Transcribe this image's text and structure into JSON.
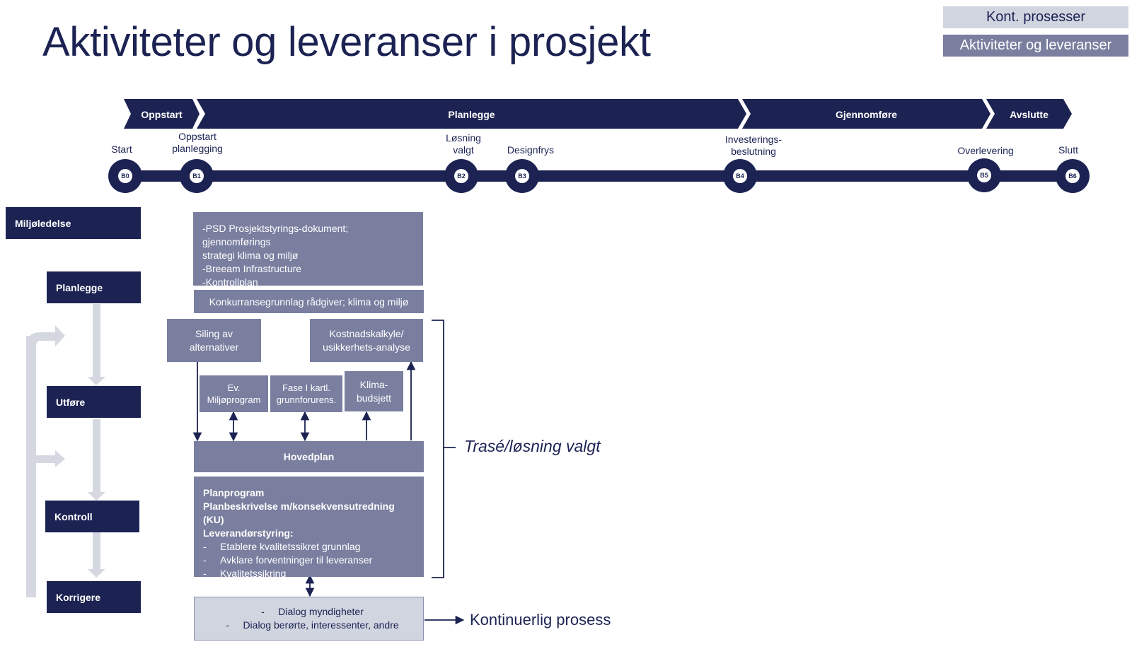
{
  "title": "Aktiviteter og leveranser i prosjekt",
  "legend": [
    "Kont. prosesser",
    "Aktiviteter og leveranser"
  ],
  "phases": [
    "Oppstart",
    "Planlegge",
    "Gjennomføre",
    "Avslutte"
  ],
  "milestones": [
    {
      "id": "B0",
      "label": "Start"
    },
    {
      "id": "B1",
      "label": "Oppstart\nplanlegging"
    },
    {
      "id": "B2",
      "label": "Løsning\nvalgt"
    },
    {
      "id": "B3",
      "label": "Designfrys"
    },
    {
      "id": "B4",
      "label": "Investerings-\nbeslutning"
    },
    {
      "id": "B5",
      "label": "Overlevering"
    },
    {
      "id": "B6",
      "label": "Slutt"
    }
  ],
  "side": [
    "Miljøledelse",
    "Planlegge",
    "Utføre",
    "Kontroll",
    "Korrigere"
  ],
  "boxes": {
    "psd": "-PSD Prosjektstyrings-dokument; gjennomførings\nstrategi klima og miljø\n-Breeam Infrastructure\n-Kontrollplan",
    "konkurranse": "Konkurransegrunnlag rådgiver; klima og miljø",
    "siling": "Siling av\nalternativer",
    "kostnad": "Kostnadskalkyle/\nusikkerhets-analyse",
    "miljoprogram": "Ev.\nMiljøprogram",
    "fase1": "Fase I kartl.\ngrunnforurens.",
    "klima": "Klima-\nbudsjett",
    "hovedplan": "Hovedplan",
    "planprogram_bold": [
      "Planprogram",
      "Planbeskrivelse m/konsekvensutredning (KU)",
      "Leverandørstyring:"
    ],
    "planprogram_list": [
      "Etablere kvalitetssikret grunnlag",
      "Avklare forventninger til leveranser",
      "Kvalitetssikring"
    ],
    "dialog": [
      "Dialog myndigheter",
      "Dialog berørte, interessenter, andre"
    ]
  },
  "notes": {
    "trase": "Trasé/løsning valgt",
    "kontinuerlig": "Kontinuerlig prosess"
  },
  "colors": {
    "navy": "#1c2353",
    "grey": "#7a7fa0",
    "light": "#d1d5e0",
    "arrow": "#d5d8e0"
  }
}
